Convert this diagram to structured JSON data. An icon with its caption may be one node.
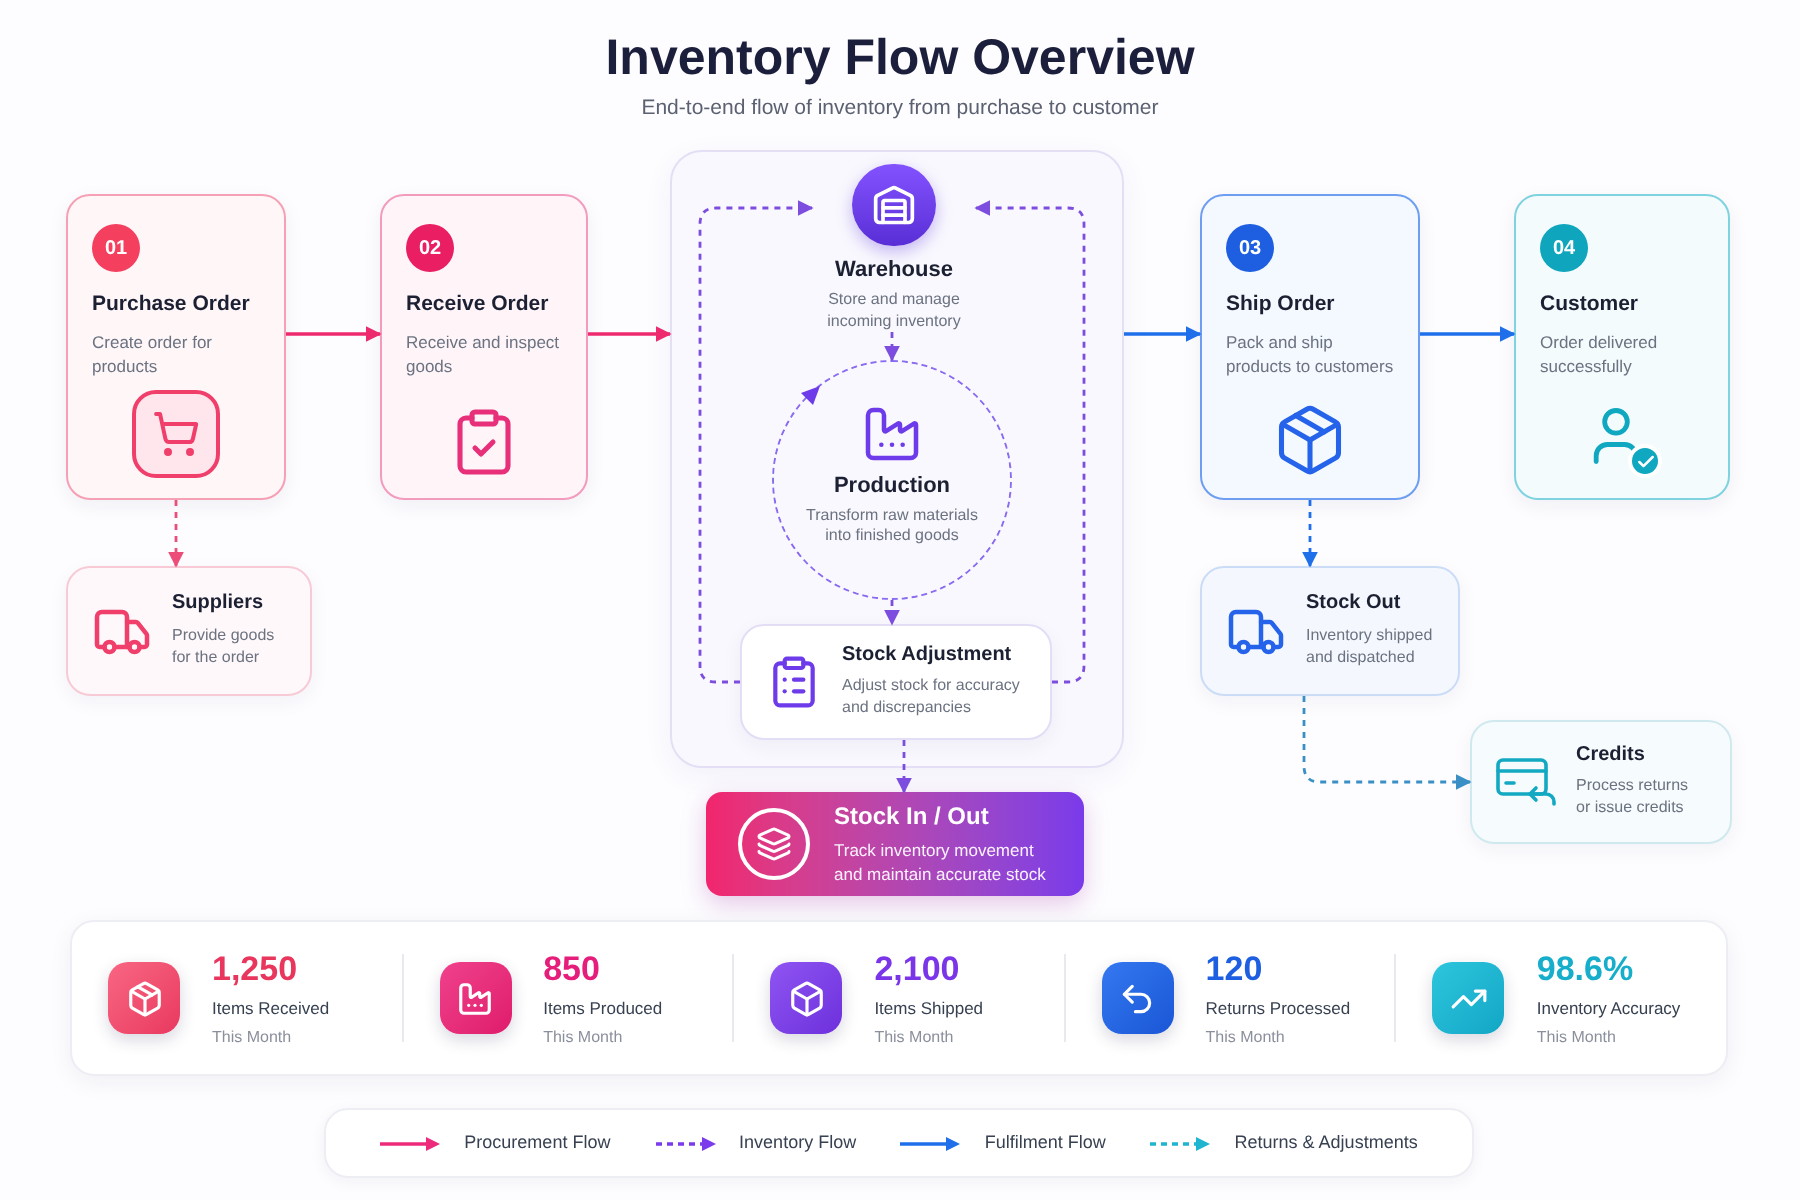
{
  "diagram": {
    "title": "Inventory Flow Overview",
    "nodes": [
      {
        "text": [
          "01",
          "Purchase Order",
          "Create order for products"
        ]
      },
      {
        "text": [
          "02",
          "Receive Order",
          "Receive and inspect goods"
        ]
      },
      {
        "text": [],
        "shape": "box"
      },
      {
        "text": [
          "Warehouse",
          "Store and manage incoming inventory"
        ],
        "in": 2
      },
      {
        "text": [
          "Production",
          "Transform raw materials into finished goods"
        ],
        "in": 2
      },
      {
        "text": [
          "Stock Adjustment",
          "Adjust stock for accuracy and discrepancies"
        ],
        "in": 2
      },
      {
        "text": [
          "03",
          "Ship Order",
          "Pack and ship products to customers"
        ]
      },
      {
        "text": [
          "04",
          "Customer",
          "Order delivered successfully"
        ]
      },
      {
        "text": [
          "Suppliers",
          "Provide goods for the order"
        ]
      },
      {
        "text": [
          "Stock Out",
          "Inventory shipped and dispatched"
        ]
      },
      {
        "text": [
          "Credits",
          "Process returns or issue credits"
        ]
      },
      {
        "text": [
          "Stock In / Out",
          "Track inventory movement and maintain accurate stock"
        ]
      }
    ],
    "edges": [
      {
        "from": 0,
        "to": 1,
        "arrow": "to",
        "color": "#ee2a6f"
      },
      {
        "from": 1,
        "to": 2,
        "arrow": "to",
        "color": "#ee2a6f"
      },
      {
        "from": 2,
        "to": 6,
        "arrow": "to",
        "color": "#1f6feb"
      },
      {
        "from": 6,
        "to": 7,
        "arrow": "to",
        "color": "#1f6feb"
      },
      {
        "from": 0,
        "to": 8,
        "arrow": "to",
        "style": "dashed",
        "color": "#ec4d79"
      },
      {
        "from": 3,
        "to": 4,
        "arrow": "to",
        "style": "dashed"
      },
      {
        "from": 4,
        "to": 5,
        "arrow": "to",
        "style": "dashed"
      },
      {
        "from": 5,
        "to": 3,
        "arrow": "to",
        "style": "dashed"
      },
      {
        "from": 5,
        "to": 3,
        "arrow": "to",
        "style": "dashed"
      },
      {
        "from": 5,
        "to": 11,
        "arrow": "to",
        "style": "dashed"
      },
      {
        "from": 6,
        "to": 9,
        "arrow": "to",
        "style": "dashed",
        "color": "#1f6feb"
      },
      {
        "from": 9,
        "to": 10,
        "arrow": "to",
        "style": "dashed",
        "color": "#3a8fc4"
      }
    ],
    "labels": [
      "End-to-end flow of inventory from purchase to customer",
      "1,250",
      "Items Received",
      "This Month",
      "850",
      "Items Produced",
      "This Month",
      "2,100",
      "Items Shipped",
      "This Month",
      "120",
      "Returns Processed",
      "This Month",
      "98.6%",
      "Inventory Accuracy",
      "This Month"
    ],
    "legend": [
      {
        "text": "Procurement Flow"
      },
      {
        "text": "Inventory Flow"
      },
      {
        "text": "Fulfilment Flow"
      },
      {
        "text": "Returns & Adjustments"
      }
    ]
  }
}
